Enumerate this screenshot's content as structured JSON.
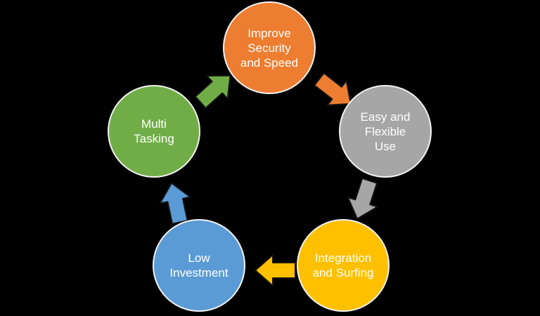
{
  "diagram": {
    "type": "cycle",
    "background_color": "#000000",
    "text_color": "#FFFFFF",
    "node_border_color": "#F2F2F2",
    "nodes": [
      {
        "id": "improve-security-and-speed",
        "label": "Improve\nSecurity\nand Speed",
        "color": "#ED7D31"
      },
      {
        "id": "easy-and-flexible-use",
        "label": "Easy and\nFlexible\nUse",
        "color": "#A6A6A6"
      },
      {
        "id": "integration-and-surfing",
        "label": "Integration\nand Surfing",
        "color": "#FFC000"
      },
      {
        "id": "low-investment",
        "label": "Low\nInvestment",
        "color": "#5B9BD5"
      },
      {
        "id": "multi-tasking",
        "label": "Multi\nTasking",
        "color": "#70AD47"
      }
    ],
    "arrows": [
      {
        "id": "orange-arrow",
        "color": "#ED7D31",
        "from": "Improve Security and Speed",
        "to": "Easy and Flexible Use",
        "direction": "down-right"
      },
      {
        "id": "gray-arrow",
        "color": "#A6A6A6",
        "from": "Easy and Flexible Use",
        "to": "Integration and Surfing",
        "direction": "down-left"
      },
      {
        "id": "yellow-arrow",
        "color": "#FFC000",
        "from": "Integration and Surfing",
        "to": "Low Investment",
        "direction": "left"
      },
      {
        "id": "blue-arrow",
        "color": "#5B9BD5",
        "from": "Low Investment",
        "to": "Multi Tasking",
        "direction": "up"
      },
      {
        "id": "green-arrow",
        "color": "#70AD47",
        "from": "Multi Tasking",
        "to": "Improve Security and Speed",
        "direction": "up-right"
      }
    ]
  }
}
